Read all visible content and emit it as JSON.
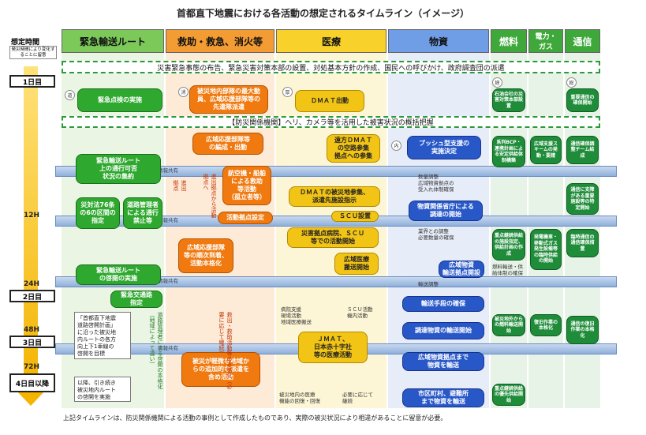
{
  "title": "首都直下地震における各活動の想定されるタイムライン（イメージ）",
  "left": {
    "label": "想定時間",
    "sub": "発災時間により変化することに留意",
    "day1": "1日目",
    "day2": "2日目",
    "day3": "3日目",
    "day4": "4日目以降",
    "h12": "12H",
    "h24": "24H",
    "h48": "48H",
    "h72": "72H"
  },
  "headers": {
    "route": "緊急輸送ルート",
    "rescue": "救助・救急、消火等",
    "medical": "医療",
    "goods": "物資",
    "fuel": "燃料",
    "power": "電力・\nガス",
    "comm": "通信"
  },
  "bands": {
    "top": "災害緊急事態の布告、緊急災害対策本部の設置、対処基本方針の作成、国民への呼びかけ、政府調査団の派遣",
    "info": "【防災関係機関】ヘリ、カメラ等を活用した被害状況の概括把握"
  },
  "route": {
    "check": "緊急点検の実施",
    "share": "緊急輸送ルート\n上の通行可否\n状況の集約",
    "route76": "災対法76条\nの6の区間の\n指定",
    "manager": "道路管理者\nによる通行\n禁止等",
    "restore": "緊急輸送ルート\nの啓開の実施",
    "traffic": "緊急交通路\n指定",
    "plan": "「首都直下地震\n道路啓開計画」\nに沿った被災地\n内ルートの各方\n向上下1車線の\n啓開を目標",
    "later": "以降、引き続き\n被災地内ルート\nの啓開を実施"
  },
  "rescue": {
    "deploy": "被災地内部隊の最大動\n員、広域応援部隊等の\n先遣隊派遣",
    "form": "広域応援部隊等\nの編成・出動",
    "air": "航空機・船舶\nによる救助\n等活動\n（孤立者等）",
    "base": "活動拠点設定",
    "start": "広域応援部隊\n等の順次到着、\n活動本格化",
    "late": "被災が軽微な地域か\nらの追加的な派遣を\n含め活動"
  },
  "medical": {
    "dmat": "ＤＭＡＴ出動",
    "wide": "遠方ＤＭＡＴ\nの空路参集\n拠点への参集",
    "join": "ＤＭＡＴの被災地参集、\n派遣先施設指示",
    "scu": "ＳＣＵ設置",
    "hosp": "災害拠点病院、ＳＣＵ\n等での活動開始",
    "trans": "広域医療\n搬送開始",
    "jmat": "ＪＭＡＴ、\n日本赤十字社\n等の医療活動",
    "hospnote": "病院支援\n現場活動\n地域医療搬送",
    "scunote": "ＳＣＵ活動\n機内活動",
    "end1": "被災地内の医療\n機能の回復・回復",
    "end2": "必要に応じて\n継続"
  },
  "goods": {
    "push": "プッシュ型支援の\n実施決定",
    "adjust": "数量調整\n広域物資拠点の\n受入れ体制確保",
    "start": "物資関係省庁による\n調達の開始",
    "stock": "業界との調整\n必要数量の確保",
    "open": "広域物資\n輸送拠点開設",
    "ship": "輸送調整",
    "means": "輸送手段の確保",
    "deliver": "調達物資の輸送開始",
    "local": "広域物資拠点まで\n物資を輸送",
    "city": "市区町村、避難所\nまで物資を輸送"
  },
  "fuel": {
    "a": "石油会社の災害対策本部設置",
    "b": "系列BCP・連携計画による安定供給体制構築",
    "c": "重点継続供給の施設指定、供給計画の作成",
    "d": "燃料輸送・供給体制の確保",
    "e": "被災地外からの燃料輸送開始",
    "f": "重点継続供給の優先供給開始"
  },
  "power": {
    "a": "広域支援スキームの発動・要請",
    "b": "発電機車・移動式ガス発生設備等の臨時供給の開始",
    "c": "復旧作業の本格化"
  },
  "comm": {
    "a": "重要通信の確保開始",
    "b": "通信確保調整チーム結成",
    "c": "通信に支障がある重要施設等の特定開始",
    "d": "臨時通信の通信確保措置",
    "e": "通信の復旧作業の本格化"
  },
  "bars": {
    "t1": "情報共有",
    "t2": "情報共有",
    "t3": "情報共有",
    "t4": "情報共有"
  },
  "footer": "上記タイムラインは、防災関係機関による活動の事例として作成したものであり、実際の被災状況により相違があることに留意が必要。"
}
